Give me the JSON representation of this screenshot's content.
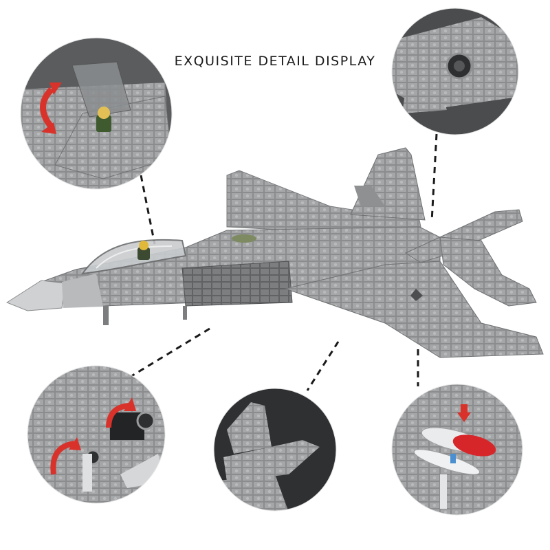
{
  "headline": "EXQUISITE DETAIL DISPLAY",
  "colors": {
    "background": "#ffffff",
    "brick_gray": "#9a9c9e",
    "brick_light": "#c3c5c7",
    "brick_dark": "#6e7072",
    "arrow_red": "#d8322b",
    "missile_red": "#d6262a"
  },
  "detail_views": [
    {
      "name": "cockpit-canopy",
      "subject": "opening canopy with pilot minifigure"
    },
    {
      "name": "engine-nozzle",
      "subject": "rear engine exhaust"
    },
    {
      "name": "landing-gear",
      "subject": "retractable landing gear"
    },
    {
      "name": "tail-fins",
      "subject": "vertical tail and stabilizer"
    },
    {
      "name": "weapons-bay",
      "subject": "internal missiles"
    }
  ]
}
